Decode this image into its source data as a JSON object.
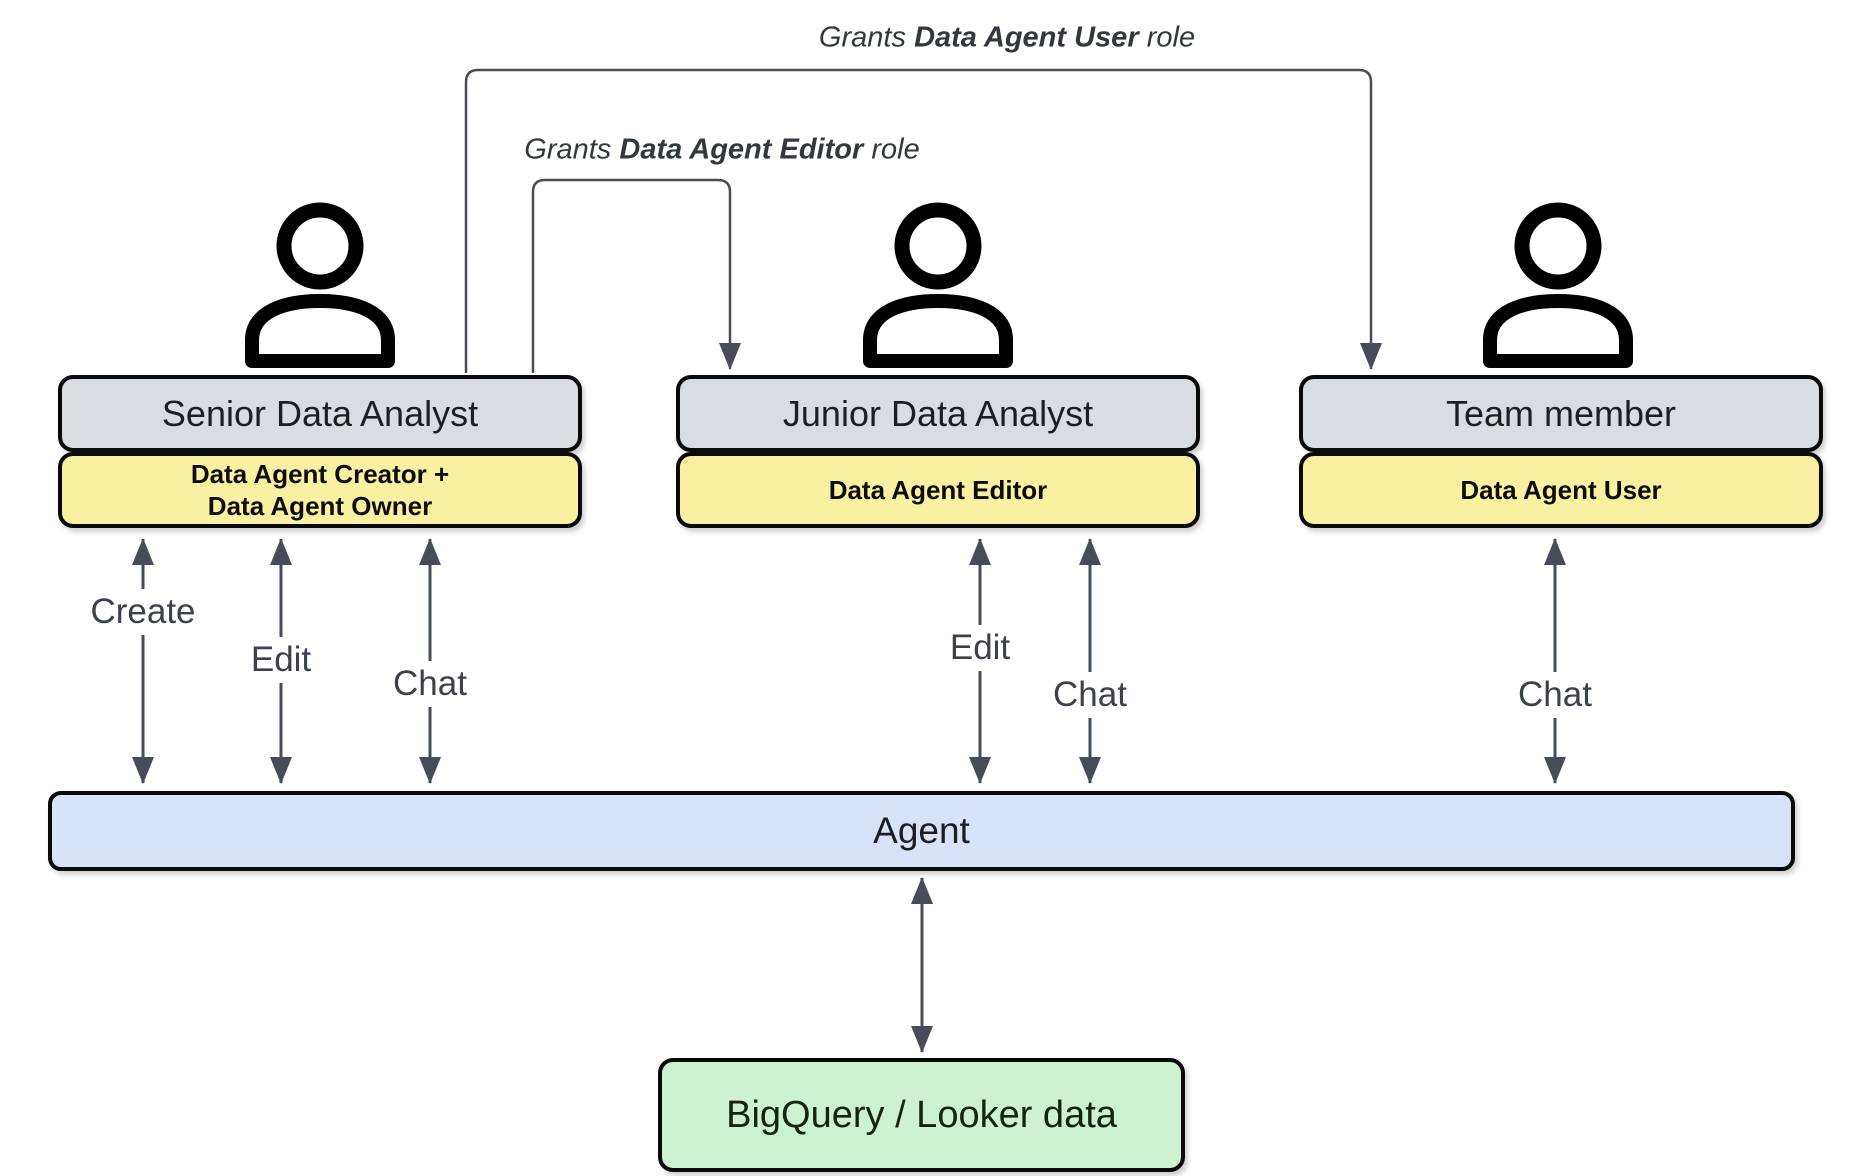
{
  "colors": {
    "background": "#ffffff",
    "title_box_fill": "#d9dce1",
    "badge_box_fill": "#faf0a2",
    "agent_box_fill": "#d8e3fa",
    "datastore_box_fill": "#cdf2d0",
    "box_border": "#0a0a0a",
    "arrow_stroke": "#474c58",
    "label_text": "#3c414b"
  },
  "grant_edges": [
    {
      "prefix": "Grants",
      "role": "Data Agent User",
      "suffix": "role"
    },
    {
      "prefix": "Grants",
      "role": "Data Agent Editor",
      "suffix": "role"
    }
  ],
  "actors": [
    {
      "title": "Senior Data Analyst",
      "badge_lines": [
        "Data Agent Creator +",
        "Data Agent Owner"
      ],
      "actions": [
        "Create",
        "Edit",
        "Chat"
      ]
    },
    {
      "title": "Junior Data Analyst",
      "badge_lines": [
        "Data Agent Editor"
      ],
      "actions": [
        "Edit",
        "Chat"
      ]
    },
    {
      "title": "Team member",
      "badge_lines": [
        "Data Agent User"
      ],
      "actions": [
        "Chat"
      ]
    }
  ],
  "agent": {
    "label": "Agent"
  },
  "datastore": {
    "label": "BigQuery / Looker data"
  }
}
